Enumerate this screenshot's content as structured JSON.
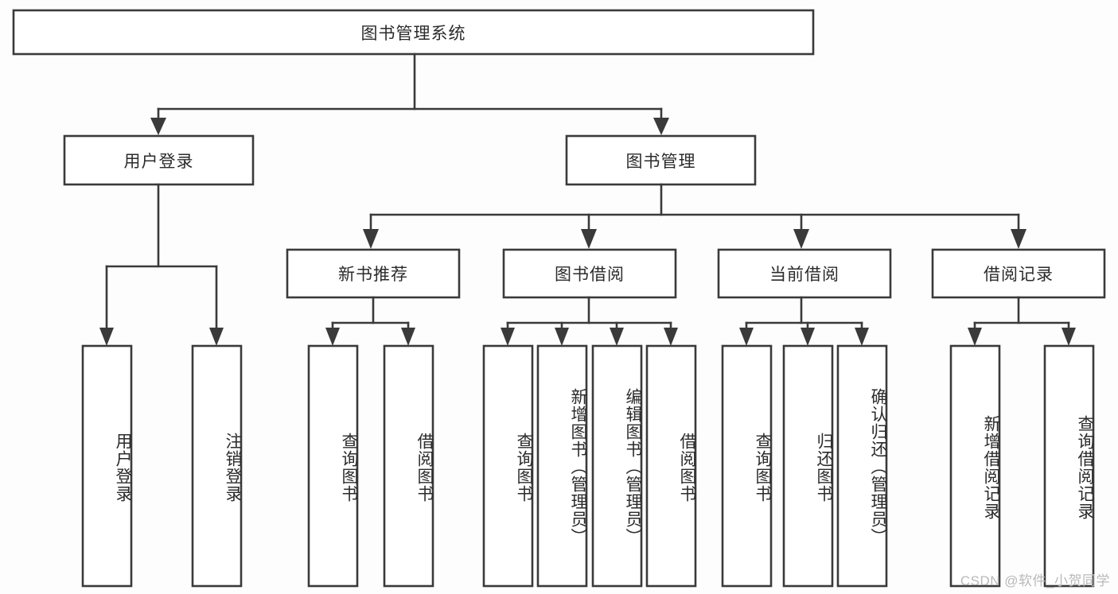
{
  "diagram": {
    "type": "tree",
    "orientation": "top-down",
    "root": {
      "id": "root",
      "label": "图书管理系统"
    },
    "level2": [
      {
        "id": "user-login",
        "label": "用户登录"
      },
      {
        "id": "book-manage",
        "label": "图书管理"
      }
    ],
    "level3": [
      {
        "id": "new-book-rec",
        "label": "新书推荐",
        "parent": "book-manage"
      },
      {
        "id": "book-borrow",
        "label": "图书借阅",
        "parent": "book-manage"
      },
      {
        "id": "current-borrow",
        "label": "当前借阅",
        "parent": "book-manage"
      },
      {
        "id": "borrow-record",
        "label": "借阅记录",
        "parent": "book-manage"
      }
    ],
    "leaves": [
      {
        "id": "leaf-user-login",
        "label": "用户登录",
        "parent": "user-login"
      },
      {
        "id": "leaf-logout",
        "label": "注销登录",
        "parent": "user-login"
      },
      {
        "id": "leaf-query-book-1",
        "label": "查询图书",
        "parent": "new-book-rec"
      },
      {
        "id": "leaf-borrow-book-1",
        "label": "借阅图书",
        "parent": "new-book-rec"
      },
      {
        "id": "leaf-query-book-2",
        "label": "查询图书",
        "parent": "book-borrow"
      },
      {
        "id": "leaf-add-book",
        "label": "新增图书（管理员）",
        "parent": "book-borrow"
      },
      {
        "id": "leaf-edit-book",
        "label": "编辑图书（管理员）",
        "parent": "book-borrow"
      },
      {
        "id": "leaf-borrow-book-2",
        "label": "借阅图书",
        "parent": "book-borrow"
      },
      {
        "id": "leaf-query-book-3",
        "label": "查询图书",
        "parent": "current-borrow"
      },
      {
        "id": "leaf-return-book",
        "label": "归还图书",
        "parent": "current-borrow"
      },
      {
        "id": "leaf-confirm-return",
        "label": "确认归还（管理员）",
        "parent": "current-borrow"
      },
      {
        "id": "leaf-add-record",
        "label": "新增借阅记录",
        "parent": "borrow-record"
      },
      {
        "id": "leaf-query-record",
        "label": "查询借阅记录",
        "parent": "borrow-record"
      }
    ],
    "colors": {
      "stroke": "#3a3a3a",
      "box_fill": "#ffffff",
      "text": "#2b2b2b",
      "background": "#fdfdfd",
      "watermark": "#b9b9b9"
    }
  },
  "watermark": {
    "text": "CSDN @软件_小贺同学"
  }
}
